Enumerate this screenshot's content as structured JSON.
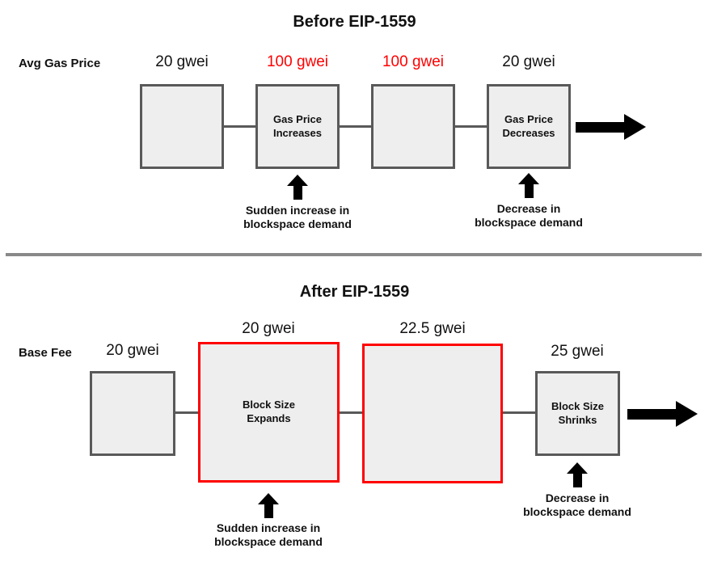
{
  "colors": {
    "red_accent": "#ff0000",
    "box_fill": "#eeeeee",
    "box_border_gray": "#595959",
    "divider_gray": "#898989",
    "arrow_black": "#000000"
  },
  "before": {
    "title": "Before EIP-1559",
    "row_label": "Avg Gas Price",
    "prices": [
      {
        "text": "20 gwei",
        "color": "black"
      },
      {
        "text": "100 gwei",
        "color": "red"
      },
      {
        "text": "100 gwei",
        "color": "red"
      },
      {
        "text": "20 gwei",
        "color": "black"
      }
    ],
    "boxes": [
      {
        "label": ""
      },
      {
        "label": "Gas Price\nIncreases"
      },
      {
        "label": ""
      },
      {
        "label": "Gas Price\nDecreases"
      }
    ],
    "captions": [
      {
        "text": "Sudden increase in\nblockspace demand"
      },
      {
        "text": "Decrease in\nblockspace demand"
      }
    ]
  },
  "after": {
    "title": "After EIP-1559",
    "row_label": "Base Fee",
    "prices": [
      {
        "text": "20 gwei",
        "color": "black"
      },
      {
        "text": "20 gwei",
        "color": "black"
      },
      {
        "text": "22.5 gwei",
        "color": "black"
      },
      {
        "text": "25 gwei",
        "color": "black"
      }
    ],
    "boxes": [
      {
        "label": ""
      },
      {
        "label": "Block Size\nExpands"
      },
      {
        "label": ""
      },
      {
        "label": "Block Size\nShrinks"
      }
    ],
    "captions": [
      {
        "text": "Sudden increase in\nblockspace demand"
      },
      {
        "text": "Decrease in\nblockspace demand"
      }
    ]
  }
}
